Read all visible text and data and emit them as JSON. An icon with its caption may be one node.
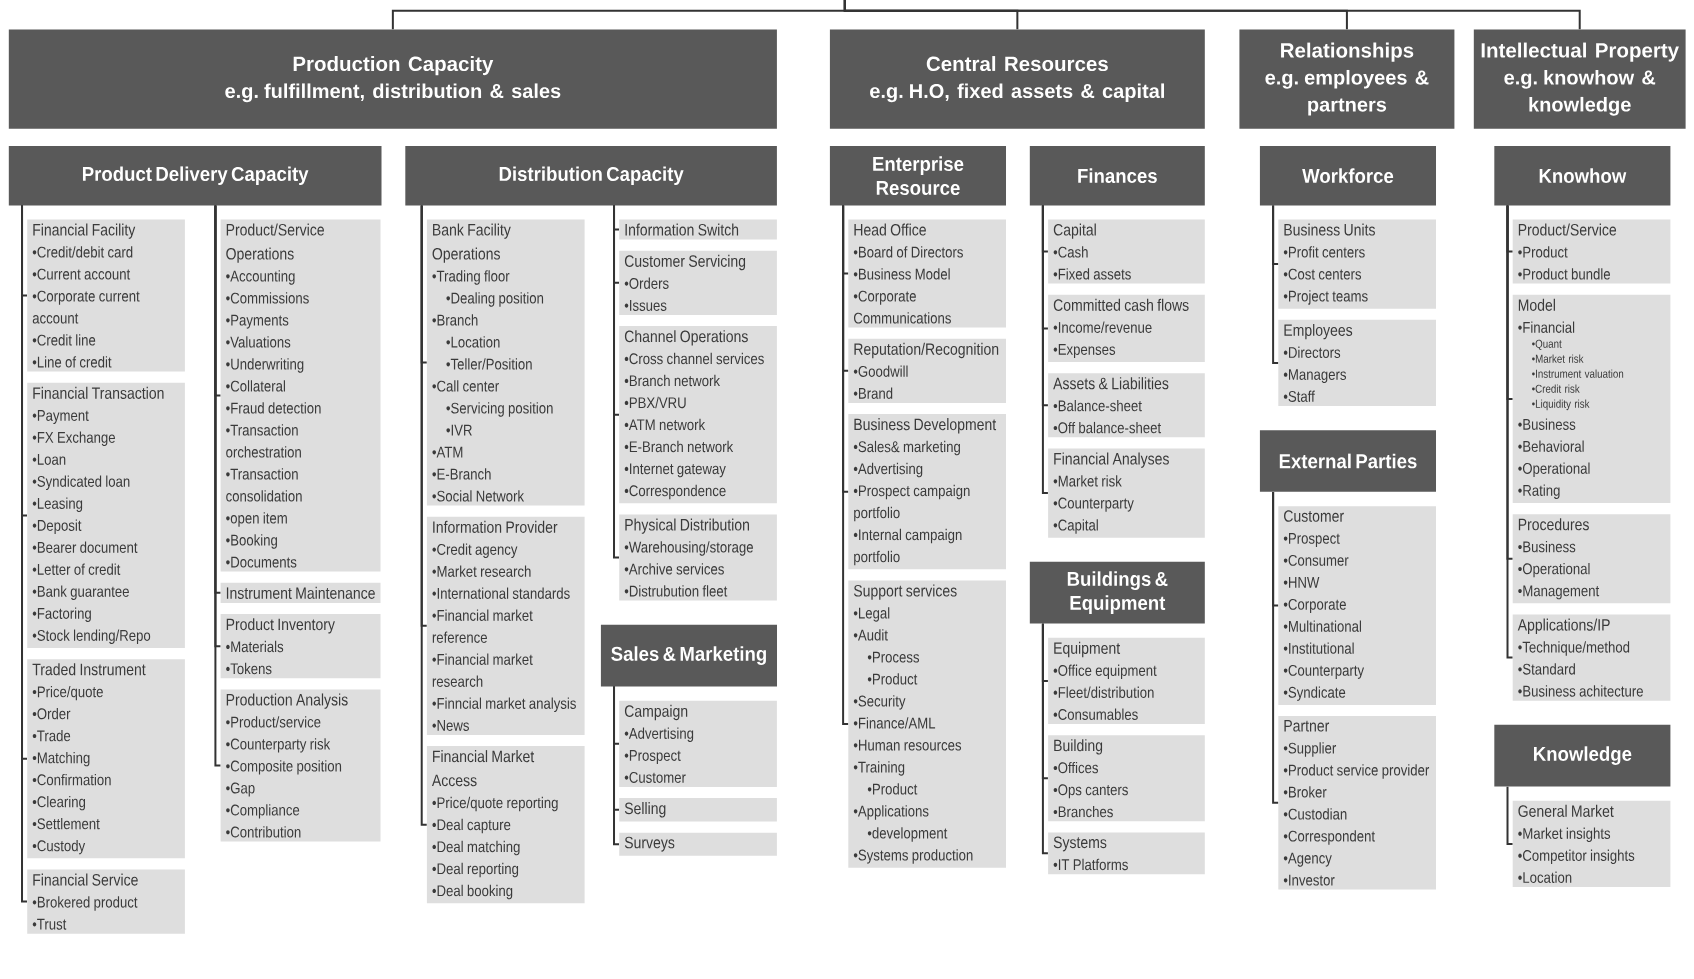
{
  "diagram": {
    "nodes": [
      {
        "text": [
          "Production Capacity",
          "e.g. fulfillment, distribution & sales"
        ]
      },
      {
        "text": [
          "Central Resources",
          "e.g. H.O, fixed assets & capital"
        ]
      },
      {
        "text": [
          "Relationships",
          "e.g. employees & partners"
        ]
      },
      {
        "text": [
          "Intellectual Property",
          "e.g. knowhow & knowledge"
        ]
      },
      {
        "text": [
          "Product Delivery Capacity"
        ]
      },
      {
        "text": [
          "Financial Facility",
          "•Credit/debit card",
          "•Current account",
          "•Corporate current account",
          "•Credit line",
          "•Line of credit"
        ]
      },
      {
        "text": [
          "Financial Transaction",
          "•Payment",
          "•FX Exchange",
          "•Loan",
          "•Syndicated loan",
          "•Leasing",
          "•Deposit",
          "•Bearer document",
          "•Letter of credit",
          "•Bank guarantee",
          "•Factoring",
          "•Stock lending/Repo"
        ]
      },
      {
        "text": [
          "Traded Instrument",
          "•Price/quote",
          "•Order",
          "•Trade",
          "•Matching",
          "•Confirmation",
          "•Clearing",
          "•Settlement",
          "•Custody"
        ]
      },
      {
        "text": [
          "Financial Service",
          "•Brokered product",
          "•Trust"
        ]
      },
      {
        "text": [
          "Product/Service Operations",
          "•Accounting",
          "•Commissions",
          "•Payments",
          "•Valuations",
          "•Underwriting",
          "•Collateral",
          "•Fraud detection",
          "•Transaction orchestration",
          "•Transaction consolidation",
          "•open item",
          "•Booking",
          "•Documents"
        ]
      },
      {
        "text": [
          "Instrument Maintenance"
        ]
      },
      {
        "text": [
          "Product Inventory",
          "•Materials",
          "•Tokens"
        ]
      },
      {
        "text": [
          "Production Analysis",
          "•Product/service",
          "•Counterparty risk",
          "•Composite position",
          "•Gap",
          "•Compliance",
          "•Contribution"
        ]
      },
      {
        "text": [
          "Distribution Capacity"
        ]
      },
      {
        "text": [
          "Bank Facility Operations",
          "•Trading floor",
          "•Dealing position",
          "•Branch",
          "•Location",
          "•Teller/Position",
          "•Call center",
          "•Servicing position",
          "•IVR",
          "•ATM",
          "•E-Branch",
          "•Social Network"
        ]
      },
      {
        "text": [
          "Information Provider",
          "•Credit agency",
          "•Market research",
          "•International standards",
          "•Financial market reference",
          "•Financial market research",
          "•Finncial market analysis",
          "•News"
        ]
      },
      {
        "text": [
          "Financial Market Access",
          "•Price/quote reporting",
          "•Deal capture",
          "•Deal matching",
          "•Deal reporting",
          "•Deal booking"
        ]
      },
      {
        "text": [
          "Information Switch"
        ]
      },
      {
        "text": [
          "Customer Servicing",
          "•Orders",
          "•Issues"
        ]
      },
      {
        "text": [
          "Channel Operations",
          "•Cross channel services",
          "•Branch network",
          "•PBX/VRU",
          "•ATM network",
          "•E-Branch network",
          "•Internet gateway",
          "•Correspondence"
        ]
      },
      {
        "text": [
          "Physical Distribution",
          "•Warehousing/storage",
          "•Archive services",
          "•Distrubution fleet"
        ]
      },
      {
        "text": [
          "Sales & Marketing"
        ]
      },
      {
        "text": [
          "Campaign",
          "•Advertising",
          "•Prospect",
          "•Customer"
        ]
      },
      {
        "text": [
          "Selling"
        ]
      },
      {
        "text": [
          "Surveys"
        ]
      },
      {
        "text": [
          "Enterprise Resource"
        ]
      },
      {
        "text": [
          "Head Office",
          "•Board of Directors",
          "•Business Model",
          "•Corporate Communications"
        ]
      },
      {
        "text": [
          "Reputation/Recognition",
          "•Goodwill",
          "•Brand"
        ]
      },
      {
        "text": [
          "Business Development",
          "•Sales& marketing",
          "•Advertising",
          "•Prospect campaign portfolio",
          "•Internal campaign portfolio"
        ]
      },
      {
        "text": [
          "Support services",
          "•Legal",
          "•Audit",
          "•Process",
          "•Product",
          "•Security",
          "•Finance/AML",
          "•Human resources",
          "•Training",
          "•Product",
          "•Applications",
          "•development",
          "•Systems production"
        ]
      },
      {
        "text": [
          "Finances"
        ]
      },
      {
        "text": [
          "Capital",
          "•Cash",
          "•Fixed assets"
        ]
      },
      {
        "text": [
          "Committed cash flows",
          "•Income/revenue",
          "•Expenses"
        ]
      },
      {
        "text": [
          "Assets & Liabilities",
          "•Balance-sheet",
          "•Off balance-sheet"
        ]
      },
      {
        "text": [
          "Financial Analyses",
          "•Market risk",
          "•Counterparty",
          "•Capital"
        ]
      },
      {
        "text": [
          "Buildings & Equipment"
        ]
      },
      {
        "text": [
          "Equipment",
          "•Office equipment",
          "•Fleet/distribution",
          "•Consumables"
        ]
      },
      {
        "text": [
          "Building",
          "•Offices",
          "•Ops canters",
          "•Branches"
        ]
      },
      {
        "text": [
          "Systems",
          "•IT Platforms"
        ]
      },
      {
        "text": [
          "Workforce"
        ]
      },
      {
        "text": [
          "Business Units",
          "•Profit centers",
          "•Cost centers",
          "•Project teams"
        ]
      },
      {
        "text": [
          "Employees",
          "•Directors",
          "•Managers",
          "•Staff"
        ]
      },
      {
        "text": [
          "External Parties"
        ]
      },
      {
        "text": [
          "Customer",
          "•Prospect",
          "•Consumer",
          "•HNW",
          "•Corporate",
          "•Multinational",
          "•Institutional",
          "•Counterparty",
          "•Syndicate"
        ]
      },
      {
        "text": [
          "Partner",
          "•Supplier",
          "•Product service provider",
          "•Broker",
          "•Custodian",
          "•Correspondent",
          "•Agency",
          "•Investor"
        ]
      },
      {
        "text": [
          "Knowhow"
        ]
      },
      {
        "text": [
          "Product/Service",
          "•Product",
          "•Product bundle"
        ]
      },
      {
        "text": [
          "Model",
          "•Financial",
          "•Quant",
          "•Market risk",
          "•Instrument valuation",
          "•Credit risk",
          "•Liquidity risk",
          "•Business",
          "•Behavioral",
          "•Operational",
          "•Rating"
        ]
      },
      {
        "text": [
          "Procedures",
          "•Business",
          "•Operational",
          "•Management"
        ]
      },
      {
        "text": [
          "Applications/IP",
          "•Technique/method",
          "•Standard",
          "•Business achitecture"
        ]
      },
      {
        "text": [
          "Knowledge"
        ]
      },
      {
        "text": [
          "General Market",
          "•Market insights",
          "•Competitor insights",
          "•Location"
        ]
      }
    ],
    "edges": [
      {
        "from": null,
        "to": 0,
        "arrow": "none"
      },
      {
        "from": null,
        "to": 1,
        "arrow": "none"
      },
      {
        "from": null,
        "to": 2,
        "arrow": "none"
      },
      {
        "from": null,
        "to": 3,
        "arrow": "none"
      },
      {
        "from": 4,
        "to": 5,
        "arrow": "none"
      },
      {
        "from": 4,
        "to": 6,
        "arrow": "none"
      },
      {
        "from": 4,
        "to": 7,
        "arrow": "none"
      },
      {
        "from": 4,
        "to": 8,
        "arrow": "none"
      },
      {
        "from": 4,
        "to": 9,
        "arrow": "none"
      },
      {
        "from": 4,
        "to": 10,
        "arrow": "none"
      },
      {
        "from": 4,
        "to": 11,
        "arrow": "none"
      },
      {
        "from": 4,
        "to": 12,
        "arrow": "none"
      },
      {
        "from": 13,
        "to": 14,
        "arrow": "none"
      },
      {
        "from": 13,
        "to": 15,
        "arrow": "none"
      },
      {
        "from": 13,
        "to": 16,
        "arrow": "none"
      },
      {
        "from": 13,
        "to": 17,
        "arrow": "none"
      },
      {
        "from": 13,
        "to": 18,
        "arrow": "none"
      },
      {
        "from": 13,
        "to": 19,
        "arrow": "none"
      },
      {
        "from": 13,
        "to": 20,
        "arrow": "none"
      },
      {
        "from": 21,
        "to": 22,
        "arrow": "none"
      },
      {
        "from": 21,
        "to": 23,
        "arrow": "none"
      },
      {
        "from": 21,
        "to": 24,
        "arrow": "none"
      },
      {
        "from": 25,
        "to": 26,
        "arrow": "none"
      },
      {
        "from": 25,
        "to": 27,
        "arrow": "none"
      },
      {
        "from": 25,
        "to": 28,
        "arrow": "none"
      },
      {
        "from": 25,
        "to": 29,
        "arrow": "none"
      },
      {
        "from": 30,
        "to": 31,
        "arrow": "none"
      },
      {
        "from": 30,
        "to": 32,
        "arrow": "none"
      },
      {
        "from": 30,
        "to": 33,
        "arrow": "none"
      },
      {
        "from": 30,
        "to": 34,
        "arrow": "none"
      },
      {
        "from": 35,
        "to": 36,
        "arrow": "none"
      },
      {
        "from": 35,
        "to": 37,
        "arrow": "none"
      },
      {
        "from": 35,
        "to": 38,
        "arrow": "none"
      },
      {
        "from": 39,
        "to": 40,
        "arrow": "none"
      },
      {
        "from": 39,
        "to": 41,
        "arrow": "none"
      },
      {
        "from": 42,
        "to": 43,
        "arrow": "none"
      },
      {
        "from": 42,
        "to": 44,
        "arrow": "none"
      },
      {
        "from": 45,
        "to": 46,
        "arrow": "none"
      },
      {
        "from": 45,
        "to": 47,
        "arrow": "none"
      },
      {
        "from": 45,
        "to": 48,
        "arrow": "none"
      },
      {
        "from": 45,
        "to": 49,
        "arrow": "none"
      },
      {
        "from": 50,
        "to": 51,
        "arrow": "none"
      }
    ]
  }
}
